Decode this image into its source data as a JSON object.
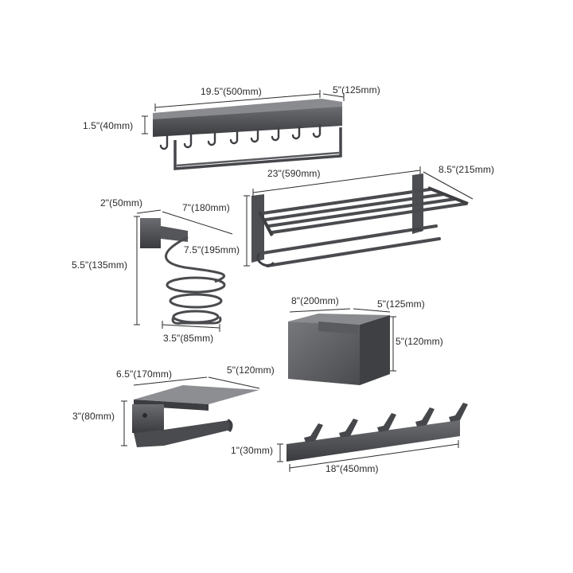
{
  "colors": {
    "metal": "#4a4b4e",
    "metal_light": "#6c6d71",
    "metal_dark": "#2f3033",
    "line": "#2b2b2b",
    "background": "#ffffff"
  },
  "products": {
    "shelf": {
      "width": "19.5\"(500mm)",
      "depth": "5\"(125mm)",
      "height": "1.5\"(40mm)"
    },
    "towel_rack": {
      "width": "23\"(590mm)",
      "depth": "8.5\"(215mm)"
    },
    "dryer_holder": {
      "base": "2\"(50mm)",
      "arm": "7\"(180mm)",
      "reach": "7.5\"(195mm)",
      "height": "5.5\"(135mm)",
      "coil": "3.5\"(85mm)"
    },
    "tissue_box": {
      "width": "8\"(200mm)",
      "depth": "5\"(125mm)",
      "height": "5\"(120mm)"
    },
    "paper_holder": {
      "width": "6.5\"(170mm)",
      "depth": "5\"(120mm)",
      "height": "3\"(80mm)"
    },
    "hook_rail": {
      "width": "18\"(450mm)",
      "height": "1\"(30mm)"
    }
  }
}
